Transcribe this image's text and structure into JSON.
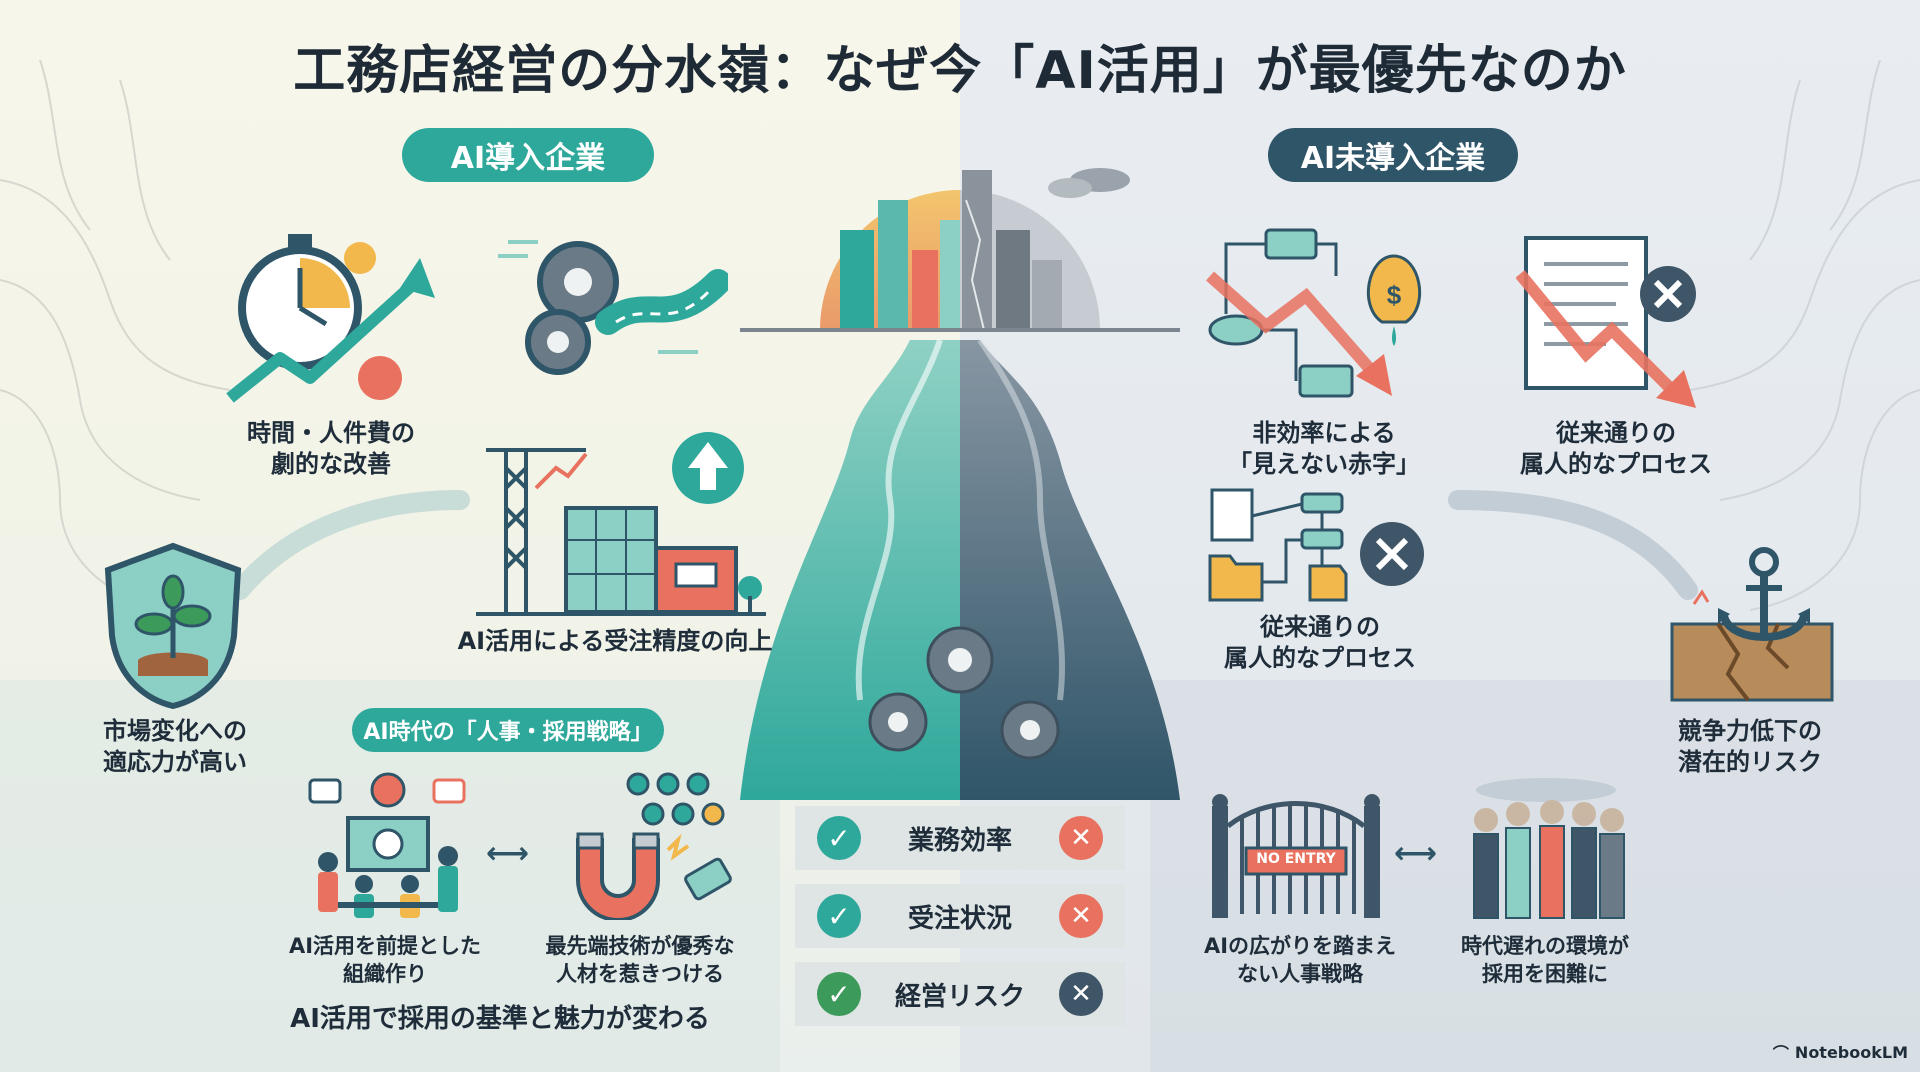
{
  "title": "工務店経営の分水嶺：なぜ今「AI活用」が最優先なのか",
  "left": {
    "header": "AI導入企業",
    "items": [
      {
        "label": "時間・人件費の\n劇的な改善",
        "icon": "stopwatch-growth-icon"
      },
      {
        "label": "AI活用による受注精度の向上",
        "icon": "construction-growth-icon"
      },
      {
        "label": "市場変化への\n適応力が高い",
        "icon": "shield-sprout-icon"
      }
    ],
    "hr_section": {
      "header": "AI時代の「人事・採用戦略」",
      "items": [
        {
          "label": "AI活用を前提とした\n組織作り",
          "icon": "team-ai-icon"
        },
        {
          "label": "最先端技術が優秀な\n人材を惹きつける",
          "icon": "magnet-talent-icon"
        }
      ],
      "footer": "AI活用で採用の基準と魅力が変わる"
    }
  },
  "right": {
    "header": "AI未導入企業",
    "items": [
      {
        "label": "非効率による\n「見えない赤字」",
        "icon": "money-leak-flow-icon"
      },
      {
        "label": "従来通りの\n属人的なプロセス",
        "icon": "document-decline-icon"
      },
      {
        "label": "従来通りの\n属人的なプロセス",
        "icon": "folder-flow-x-icon"
      },
      {
        "label": "競争力低下の\n潜在的リスク",
        "icon": "anchor-crack-icon"
      }
    ],
    "hr_items": [
      {
        "label": "AIの広がりを踏まえ\nない人事戦略",
        "icon": "no-entry-gate-icon"
      },
      {
        "label": "時代遅れの環境が\n採用を困難に",
        "icon": "idle-people-icon"
      }
    ],
    "no_entry_sign": "NO ENTRY"
  },
  "comparison": [
    {
      "label": "業務効率",
      "left": "check",
      "right": "cross"
    },
    {
      "label": "受注状況",
      "left": "check",
      "right": "cross"
    },
    {
      "label": "経営リスク",
      "left": "check",
      "right": "cross"
    }
  ],
  "colors": {
    "teal": "#2ea89b",
    "navy": "#2f5568",
    "red": "#e8725f",
    "grey_x": "#3e5668"
  },
  "brand": "NotebookLM"
}
